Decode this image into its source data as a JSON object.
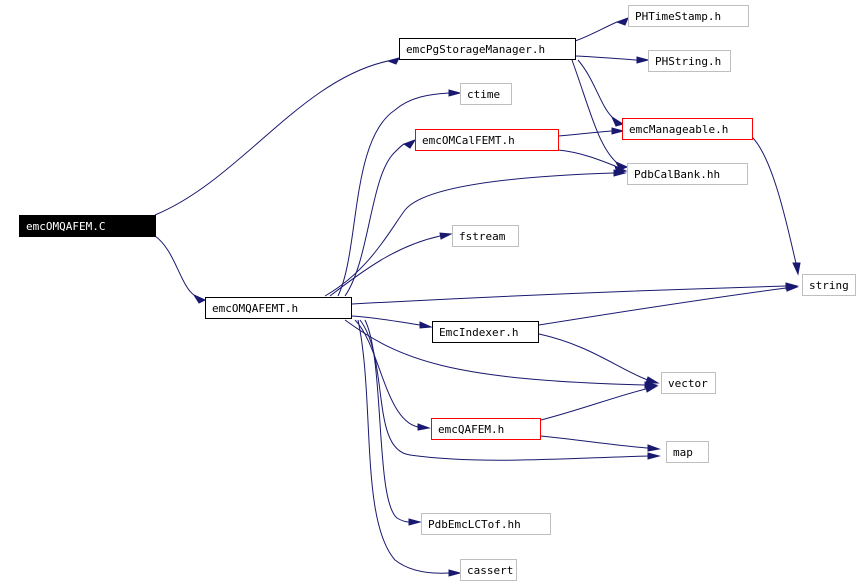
{
  "nodes": {
    "root": "emcOMQAFEM.C",
    "emcOMQAFEMT_h": "emcOMQAFEMT.h",
    "emcPgStorageManager_h": "emcPgStorageManager.h",
    "PHTimeStamp_h": "PHTimeStamp.h",
    "PHString_h": "PHString.h",
    "ctime": "ctime",
    "emcOMCalFEMT_h": "emcOMCalFEMT.h",
    "emcManageable_h": "emcManageable.h",
    "PdbCalBank_hh": "PdbCalBank.hh",
    "fstream": "fstream",
    "string": "string",
    "EmcIndexer_h": "EmcIndexer.h",
    "vector": "vector",
    "emcQAFEM_h": "emcQAFEM.h",
    "map": "map",
    "PdbEmcLCTof_hh": "PdbEmcLCTof.hh",
    "cassert": "cassert"
  },
  "colors": {
    "edge": "#191970",
    "root_fill": "#000000",
    "documented_border": "#000000",
    "undocumented_border": "#ff0000",
    "external_border": "#bfbfbf"
  }
}
